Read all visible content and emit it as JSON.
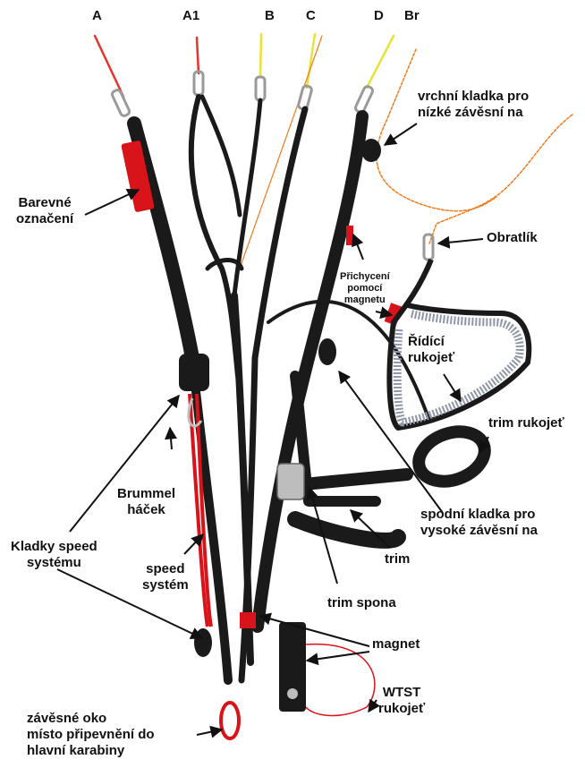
{
  "columns": [
    "A",
    "A1",
    "B",
    "C",
    "D",
    "Br"
  ],
  "labels": {
    "vrchni_kladka": [
      "vrchní kladka pro",
      "nízké závěsní na"
    ],
    "barevne": [
      "Barevné",
      "označení"
    ],
    "obratlik": "Obratlík",
    "prichyceni": [
      "Přichycení",
      "pomocí",
      "magnetu"
    ],
    "ridici": [
      "Řídící",
      "rukojeť"
    ],
    "trim_rukojet": "trim rukojeť",
    "brummel": [
      "Brummel",
      "háček"
    ],
    "spodni_kladka": [
      "spodní kladka pro",
      "vysoké závěsní na"
    ],
    "kladky_speed": [
      "Kladky speed",
      "systému"
    ],
    "speed_system": [
      "speed",
      "systém"
    ],
    "trim": "trim",
    "trim_spona": "trim spona",
    "magnet": "magnet",
    "wtst": [
      "WTST",
      "rukojeť"
    ],
    "zavesne_oko": [
      "závěsné oko",
      "místo připevnění do",
      "hlavní karabiny"
    ]
  },
  "colors": {
    "webbing": "#1a1a1a",
    "red": "#d8141a",
    "orange_line": "#f07a1a",
    "yellow_line": "#e8e23a",
    "metal": "#b9b9b9",
    "grey_handle": "#8e98a6"
  }
}
